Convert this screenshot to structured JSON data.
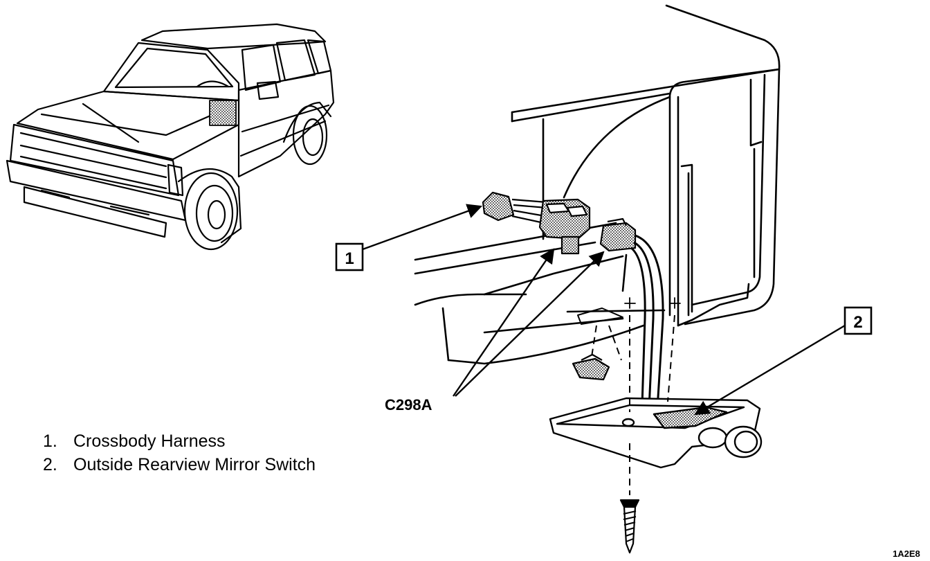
{
  "callouts": [
    {
      "number": "1"
    },
    {
      "number": "2"
    }
  ],
  "connector_label": "C298A",
  "legend": [
    {
      "number": "1.",
      "text": "Crossbody Harness"
    },
    {
      "number": "2.",
      "text": "Outside Rearview Mirror Switch"
    }
  ],
  "figure_id": "1A2E8",
  "colors": {
    "line": "#000000",
    "shade": "#9a9a9a",
    "background": "#ffffff"
  }
}
